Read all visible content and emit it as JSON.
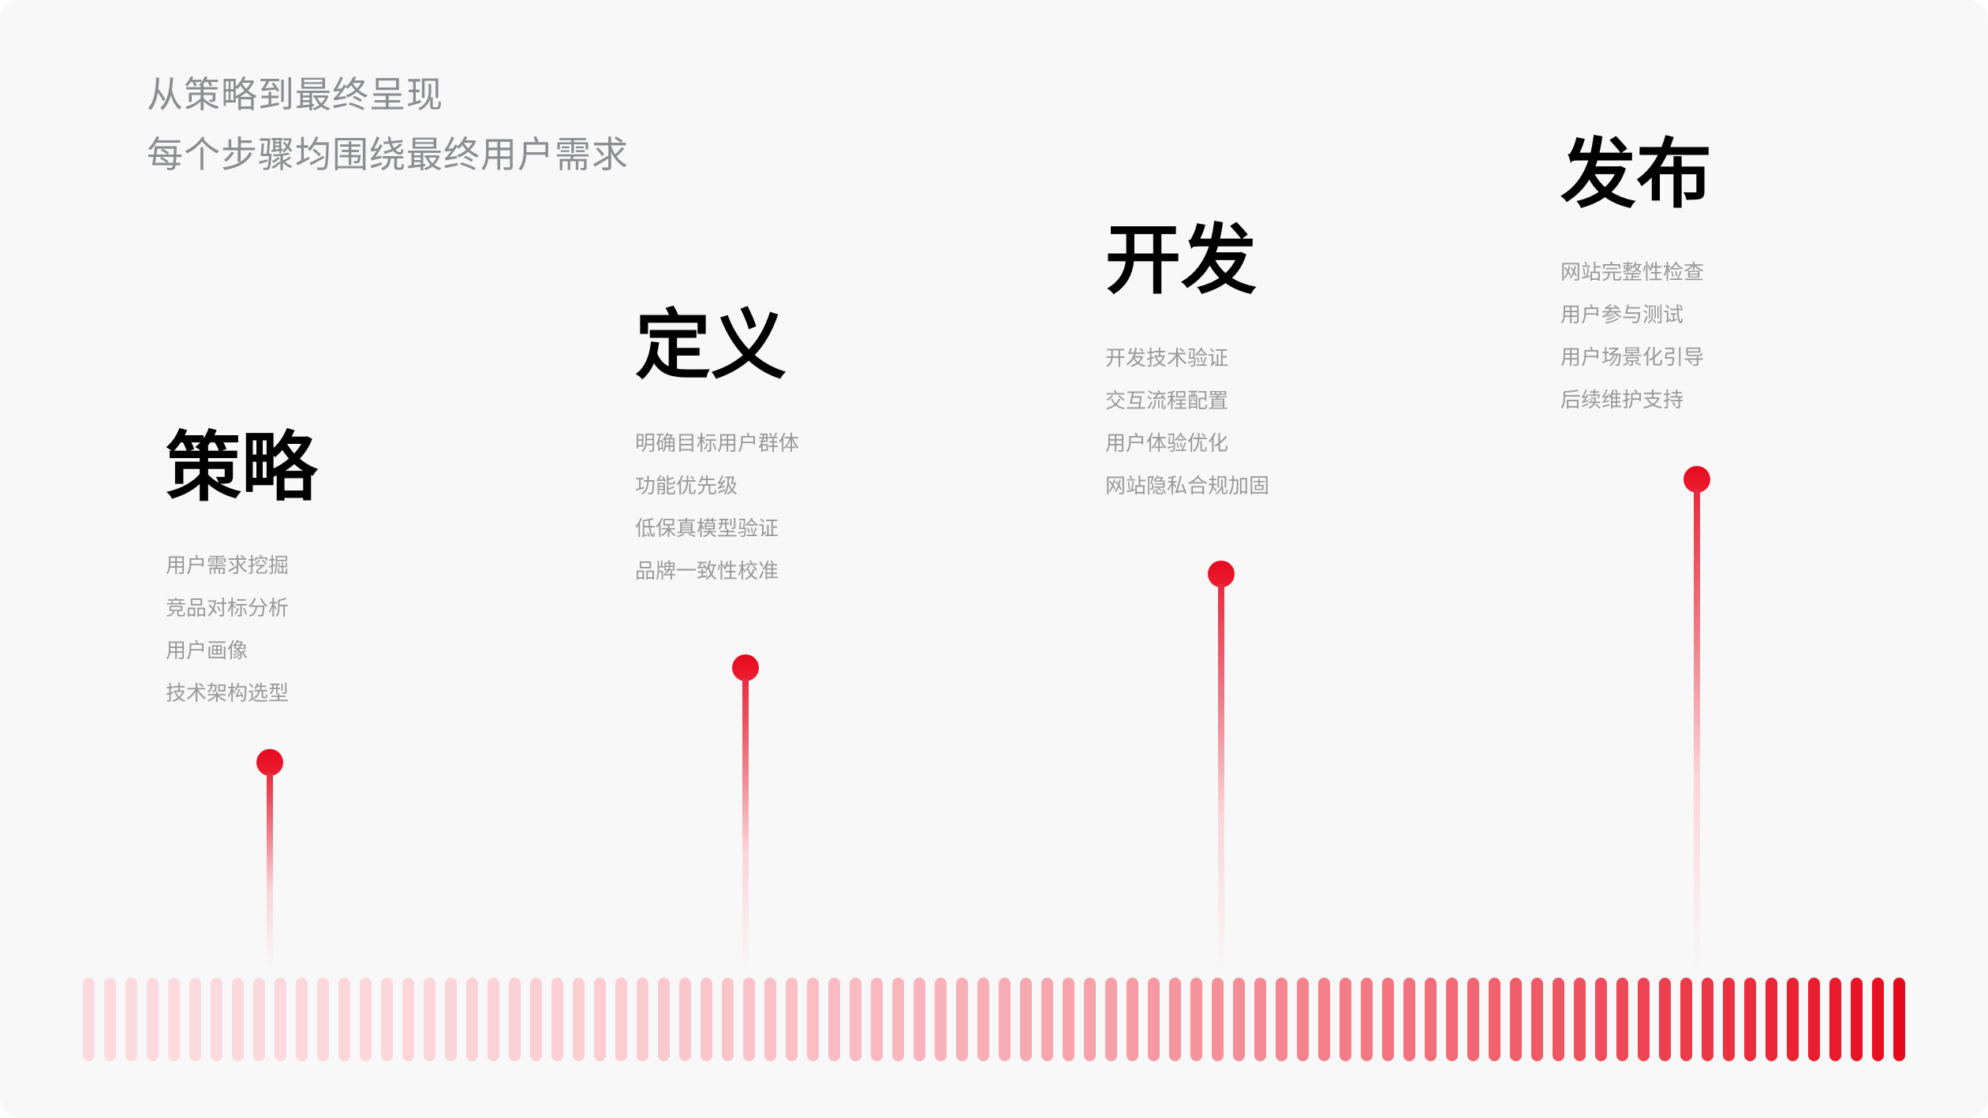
{
  "header": {
    "line1": "从策略到最终呈现",
    "line2": "每个步骤均围绕最终用户需求"
  },
  "stages": [
    {
      "title": "策略",
      "items": [
        "用户需求挖掘",
        "竞品对标分析",
        "用户画像",
        "技术架构选型"
      ]
    },
    {
      "title": "定义",
      "items": [
        "明确目标用户群体",
        "功能优先级",
        "低保真模型验证",
        "品牌一致性校准"
      ]
    },
    {
      "title": "开发",
      "items": [
        "开发技术验证",
        "交互流程配置",
        "用户体验优化",
        "网站隐私合规加固"
      ]
    },
    {
      "title": "发布",
      "items": [
        "网站完整性检查",
        "用户参与测试",
        "用户场景化引导",
        "后续维护支持"
      ]
    }
  ],
  "timeline": {
    "bar_count": 86,
    "bar_color_start": "#fcdadd",
    "bar_color_end": "#e8091c",
    "pin_color": "#e8091c"
  }
}
